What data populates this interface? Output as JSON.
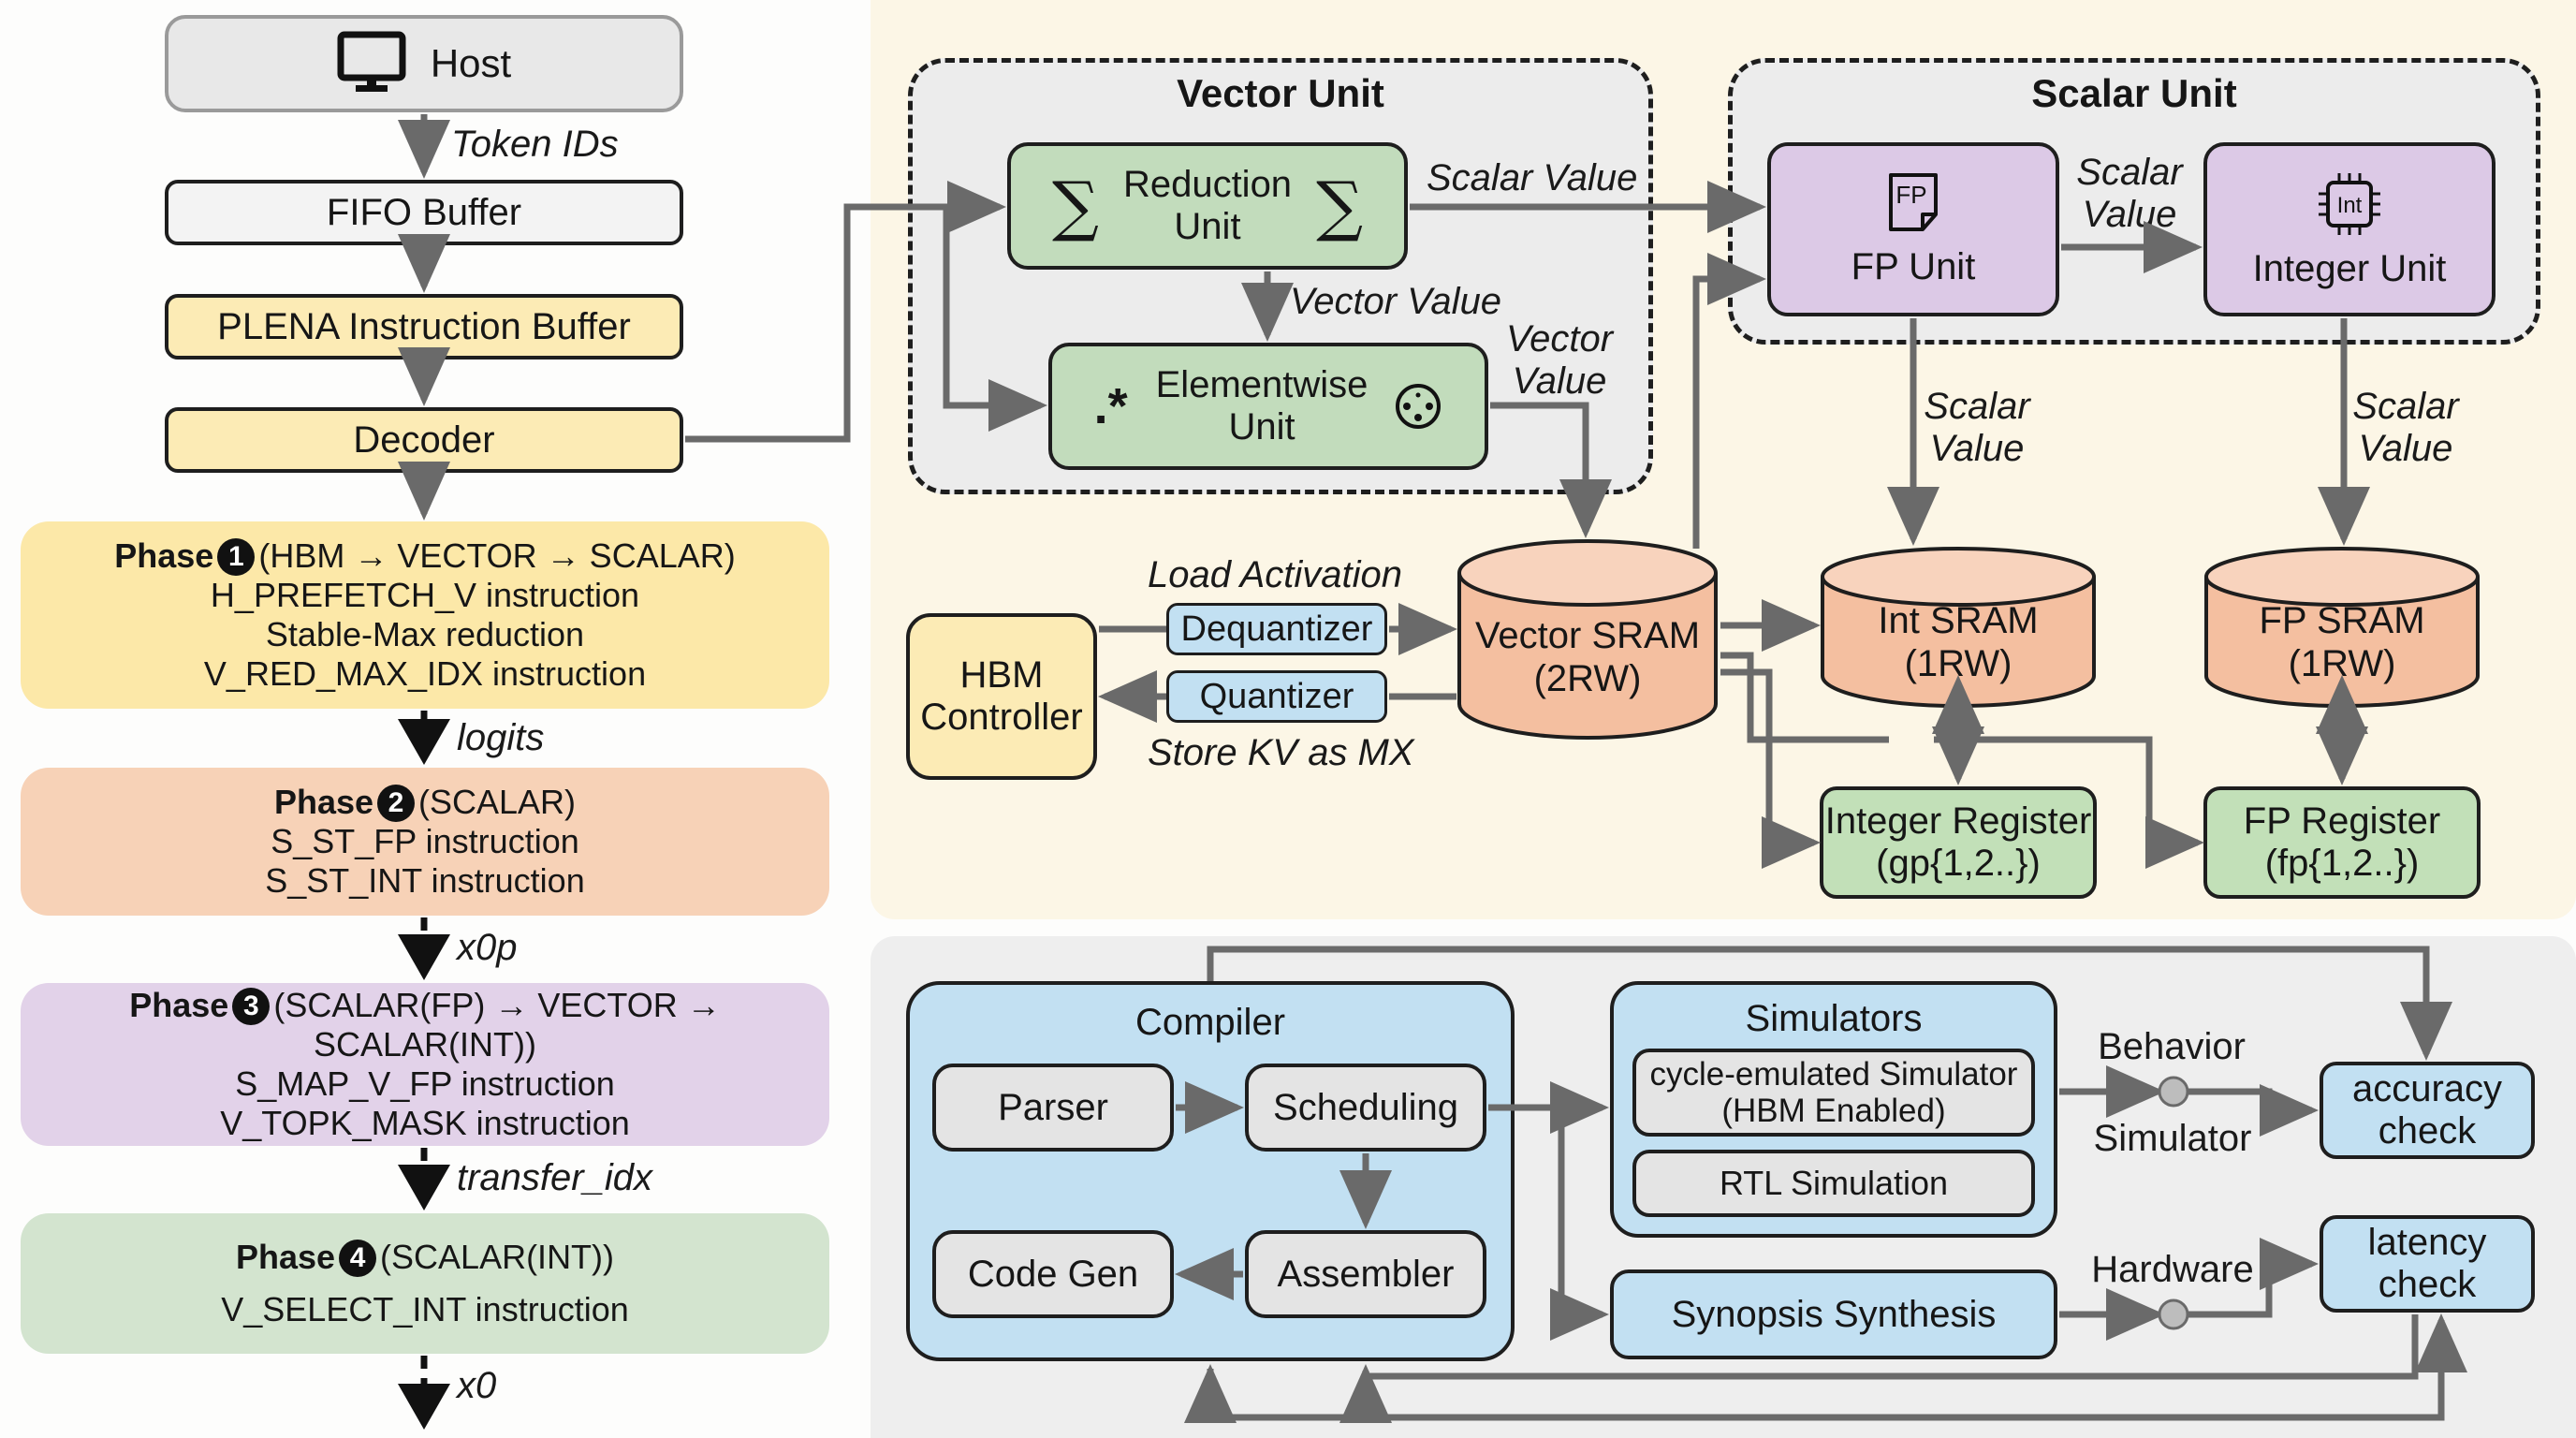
{
  "pipeline": {
    "host": {
      "label": "Host",
      "icon": "monitor-icon"
    },
    "edge_token_ids": "Token IDs",
    "fifo": "FIFO Buffer",
    "instruction_buffer": "PLENA Instruction Buffer",
    "decoder": "Decoder",
    "phases": [
      {
        "word": "Phase",
        "num": "1",
        "route": "(HBM → VECTOR → SCALAR)",
        "lines": [
          "H_PREFETCH_V instruction",
          "Stable-Max reduction",
          "V_RED_MAX_IDX instruction"
        ],
        "color": "#fce8a8"
      },
      {
        "word": "Phase",
        "num": "2",
        "route": "(SCALAR)",
        "lines": [
          "S_ST_FP instruction",
          "S_ST_INT instruction"
        ],
        "color": "#f7d2b7"
      },
      {
        "word": "Phase",
        "num": "3",
        "route": "(SCALAR(FP) → VECTOR → SCALAR(INT))",
        "lines": [
          "S_MAP_V_FP instruction",
          "V_TOPK_MASK instruction"
        ],
        "color": "#e2d2e9"
      },
      {
        "word": "Phase",
        "num": "4",
        "route": "(SCALAR(INT))",
        "lines": [
          "V_SELECT_INT instruction"
        ],
        "color": "#d3e4cf"
      }
    ],
    "phase_edges": [
      "logits",
      "x0p",
      "transfer_idx",
      "x0"
    ]
  },
  "hardware": {
    "vector_unit": {
      "title": "Vector Unit",
      "reduction": {
        "line1": "Reduction",
        "line2": "Unit",
        "icon": "∑"
      },
      "elementwise": {
        "line1": "Elementwise",
        "line2": "Unit",
        "icon_left": ".*"
      },
      "edge_vector_value": "Vector Value",
      "edge_vector_value_out": [
        "Vector",
        "Value"
      ],
      "edge_scalar_value": "Scalar Value"
    },
    "scalar_unit": {
      "title": "Scalar Unit",
      "fp_unit": {
        "label": "FP Unit",
        "icon_text": "FP"
      },
      "int_unit": {
        "label": "Integer Unit",
        "icon_text": "Int"
      },
      "edge_between": [
        "Scalar",
        "Value"
      ],
      "edge_fp_down": [
        "Scalar",
        "Value"
      ],
      "edge_int_down": [
        "Scalar",
        "Value"
      ]
    },
    "hbm_controller": [
      "HBM",
      "Controller"
    ],
    "dequantizer": "Dequantizer",
    "quantizer": "Quantizer",
    "edge_load": "Load Activation",
    "edge_store": "Store KV as MX",
    "vector_sram": [
      "Vector SRAM",
      "(2RW)"
    ],
    "int_sram": [
      "Int SRAM",
      "(1RW)"
    ],
    "fp_sram": [
      "FP SRAM",
      "(1RW)"
    ],
    "int_register": [
      "Integer Register",
      "(gp{1,2..})"
    ],
    "fp_register": [
      "FP Register",
      "(fp{1,2..})"
    ]
  },
  "toolflow": {
    "compiler": {
      "title": "Compiler",
      "parser": "Parser",
      "scheduling": "Scheduling",
      "code_gen": "Code Gen",
      "assembler": "Assembler"
    },
    "simulators": {
      "title": "Simulators",
      "cycle": [
        "cycle-emulated Simulator",
        "(HBM Enabled)"
      ],
      "rtl": "RTL Simulation"
    },
    "synthesis": "Synopsis Synthesis",
    "behavior_label": "Behavior",
    "simulator_label": "Simulator",
    "hardware_label": "Hardware",
    "accuracy_check": [
      "accuracy",
      "check"
    ],
    "latency_check": [
      "latency",
      "check"
    ]
  },
  "colors": {
    "host": "#e8e8e8",
    "fifo": "#f3f3f3",
    "decoder": "#fcebb5",
    "green_unit": "#c2dcbc",
    "purple_unit": "#dcc9e6",
    "sram": "#f4bfa0",
    "blue": "#c2e0f2",
    "hbm": "#fcebb5",
    "top_panel": "#fcf6e6",
    "bottom_panel": "#eeeeee",
    "wire": "#6a6a6a"
  }
}
